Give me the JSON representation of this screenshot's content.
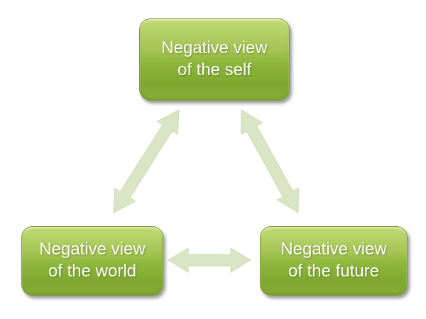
{
  "diagram": {
    "type": "cycle",
    "nodes": [
      {
        "id": "self",
        "label": "Negative view of the self",
        "label_lines": [
          "Negative view",
          "of the self"
        ]
      },
      {
        "id": "world",
        "label": "Negative view of the world",
        "label_lines": [
          "Negative view",
          "of the world"
        ]
      },
      {
        "id": "future",
        "label": "Negative view of the future",
        "label_lines": [
          "Negative view",
          "of the future"
        ]
      }
    ],
    "connections": [
      {
        "from": "world",
        "to": "self",
        "bidirectional": true
      },
      {
        "from": "self",
        "to": "future",
        "bidirectional": true
      },
      {
        "from": "future",
        "to": "world",
        "bidirectional": true
      }
    ],
    "colors": {
      "node_fill_light": "#b3d05f",
      "node_fill_dark": "#7fa62f",
      "node_border": "#789d2c",
      "node_text": "#ffffff",
      "arrow_fill": "#d9e5c4",
      "arrow_edge": "#cbdcae",
      "background": "#ffffff"
    }
  }
}
